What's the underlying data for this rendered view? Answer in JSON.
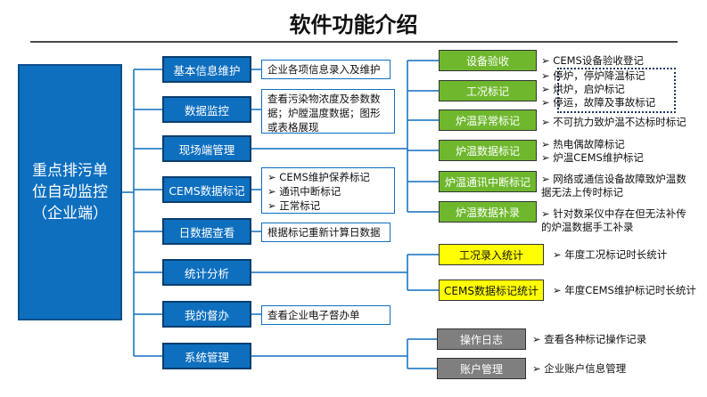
{
  "title": "软件功能介绍",
  "root": "重点排污单位自动监控（企业端）",
  "modules": [
    {
      "label": "基本信息维护",
      "desc_text": "企业各项信息录入及维护"
    },
    {
      "label": "数据监控",
      "desc_text": "查看污染物浓度及参数数据；炉膛温度数据；图形或表格展现"
    },
    {
      "label": "现场端管理"
    },
    {
      "label": "CEMS数据标记",
      "desc_items": [
        "CEMS维护保养标记",
        "通讯中断标记",
        "正常标记"
      ]
    },
    {
      "label": "日数据查看",
      "desc_text": "根据标记重新计算日数据"
    },
    {
      "label": "统计分析"
    },
    {
      "label": "我的督办",
      "desc_text": "查看企业电子督办单"
    },
    {
      "label": "系统管理"
    }
  ],
  "site_items": [
    {
      "label": "设备验收",
      "notes": [
        "CEMS设备验收登记"
      ]
    },
    {
      "label": "工况标记",
      "notes": [
        "停炉，停炉降温标记",
        "烘炉，启炉标记",
        "停运，故障及事故标记"
      ]
    },
    {
      "label": "炉温异常标记",
      "notes": [
        "不可抗力致炉温不达标时标记"
      ]
    },
    {
      "label": "炉温数据标记",
      "notes": [
        "热电偶故障标记",
        "炉温CEMS维护标记"
      ]
    },
    {
      "label": "炉温通讯中断标记",
      "notes": [
        "网络或通信设备故障致炉温数据无法上传时标记"
      ]
    },
    {
      "label": "炉温数据补录",
      "notes": [
        "针对数采仪中存在但无法补传的炉温数据手工补录"
      ]
    }
  ],
  "stat_items": [
    {
      "label": "工况录入统计",
      "notes": [
        "年度工况标记时长统计"
      ]
    },
    {
      "label": "CEMS数据标记统计",
      "notes": [
        "年度CEMS维护标记时长统计"
      ]
    }
  ],
  "sys_items": [
    {
      "label": "操作日志",
      "notes": [
        "查看各种标记操作记录"
      ]
    },
    {
      "label": "账户管理",
      "notes": [
        "企业账户信息管理"
      ]
    }
  ]
}
